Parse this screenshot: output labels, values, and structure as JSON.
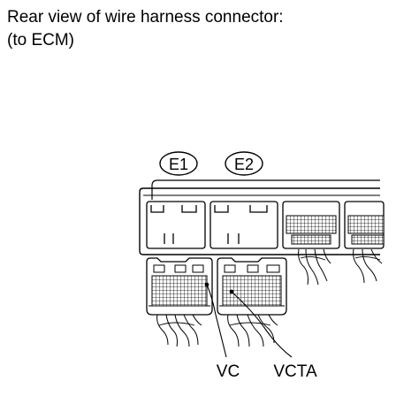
{
  "caption": {
    "line1": "Rear view of wire harness connector:",
    "line2": "(to ECM)"
  },
  "connectors": [
    {
      "id": "E1"
    },
    {
      "id": "E2"
    }
  ],
  "terminals": [
    {
      "label": "VC"
    },
    {
      "label": "VCTA"
    }
  ],
  "colors": {
    "line": "#000000",
    "background": "#ffffff"
  }
}
